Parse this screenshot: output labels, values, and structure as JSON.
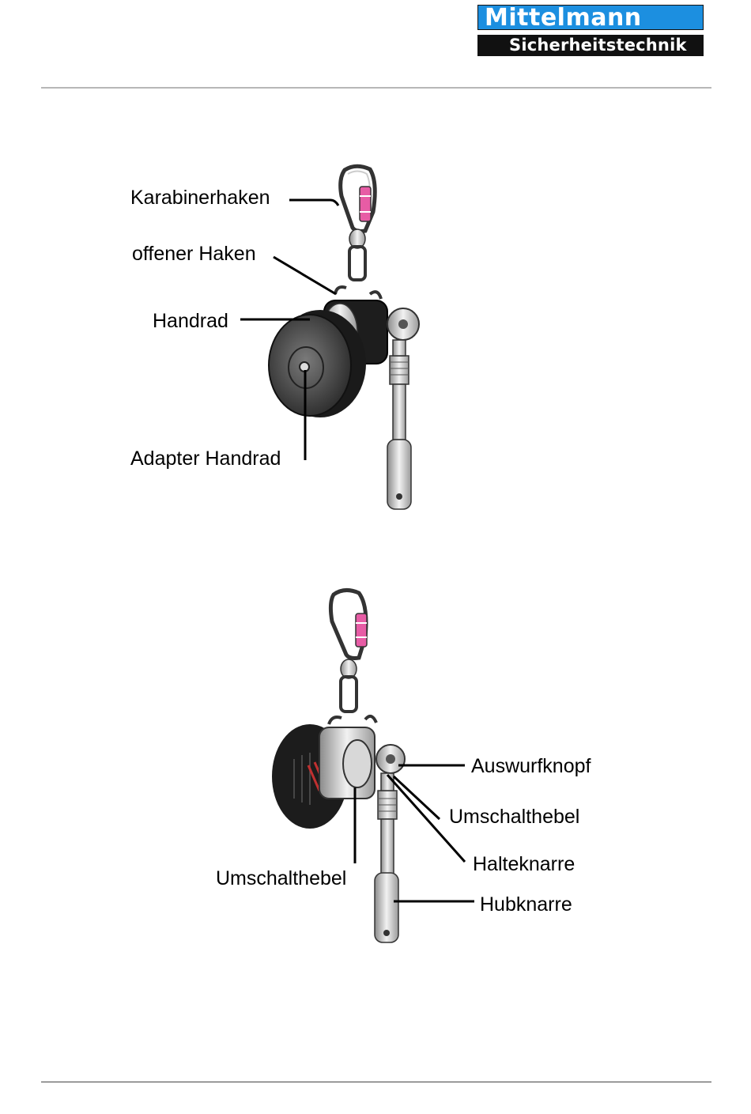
{
  "logo": {
    "line1": "Mittelmann",
    "line2": "Sicherheitstechnik"
  },
  "figure1": {
    "labels": {
      "karabinerhaken": "Karabinerhaken",
      "offener_haken": "offener Haken",
      "handrad": "Handrad",
      "adapter_handrad": "Adapter Handrad"
    }
  },
  "figure2": {
    "labels": {
      "auswurfknopf": "Auswurfknopf",
      "umschalthebel_right": "Umschalthebel",
      "halteknarre": "Halteknarre",
      "hubknarre": "Hubknarre",
      "umschalthebel_left": "Umschalthebel"
    }
  },
  "colors": {
    "logo_blue": "#1c8fe0",
    "logo_black": "#111111",
    "sleeve_pink": "#e75ca5"
  }
}
